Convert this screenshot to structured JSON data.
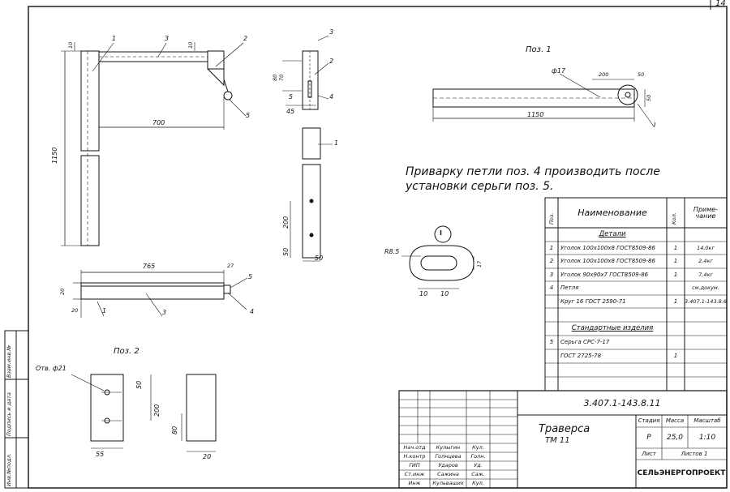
{
  "sheet_no": "14",
  "doc_code": "3.407.1-143.8.11",
  "title": "Траверса",
  "title_sub": "ТМ 11",
  "company": "СЕЛЬЭНЕРГОПРОЕКТ",
  "note": {
    "line1": "Приварку петли поз. 4 производить после",
    "line2": "установки серьги поз. 5."
  },
  "side_stamp": [
    "Инв.№подл.",
    "Подпись и дата",
    "Взам.инв.№"
  ],
  "views": {
    "main": {
      "dims": [
        "10",
        "10",
        "700",
        "1150"
      ],
      "callouts": [
        "1",
        "3",
        "2",
        "5"
      ]
    },
    "top": {
      "dims": [
        "765",
        "27",
        "20",
        "20"
      ],
      "callouts": [
        "1",
        "3",
        "4",
        "5"
      ]
    },
    "side": {
      "dims": [
        "80",
        "70",
        "5",
        "45",
        "200",
        "50",
        "50"
      ],
      "callouts": [
        "3",
        "2",
        "4",
        "1"
      ]
    },
    "pos1": {
      "label": "Поз. 1",
      "dims": [
        "ф17",
        "200",
        "50",
        "50",
        "1150"
      ],
      "callout": "I"
    },
    "pos2": {
      "label": "Поз. 2",
      "hole": "Отв. ф21",
      "dims": [
        "50",
        "200",
        "55",
        "80",
        "20"
      ]
    },
    "detail": {
      "label": "I",
      "dims": [
        "R8.5",
        "17",
        "10",
        "10"
      ]
    }
  },
  "spec": {
    "headers": {
      "pos": "Поз.",
      "name": "Наименование",
      "qty": "Кол.",
      "note": "Приме-чание"
    },
    "rows": [
      {
        "pos": "",
        "name": "Детали",
        "qty": "",
        "note": "",
        "section": true
      },
      {
        "pos": "1",
        "name": "Уголок 100х100х8 ГОСТ8509-86",
        "qty": "1",
        "note": "14,0кг"
      },
      {
        "pos": "2",
        "name": "Уголок 100х100х8 ГОСТ8509-86",
        "qty": "1",
        "note": "2,4кг"
      },
      {
        "pos": "3",
        "name": "Уголок 90х90х7 ГОСТ8509-86",
        "qty": "1",
        "note": "7,4кг"
      },
      {
        "pos": "4",
        "name": "Петля",
        "qty": "",
        "note": "см.докум."
      },
      {
        "pos": "",
        "name": "Круг 16 ГОСТ 2590-71",
        "qty": "1",
        "note": "3.407.1-143.8.6"
      },
      {
        "pos": "",
        "name": "",
        "qty": "",
        "note": ""
      },
      {
        "pos": "",
        "name": "Стандартные изделия",
        "qty": "",
        "note": "",
        "section": true
      },
      {
        "pos": "5",
        "name": "Серьга СРС-7-17",
        "qty": "",
        "note": ""
      },
      {
        "pos": "",
        "name": "ГОСТ 2725-78",
        "qty": "1",
        "note": ""
      },
      {
        "pos": "",
        "name": "",
        "qty": "",
        "note": ""
      }
    ]
  },
  "title_block": {
    "stage_label": "Стадия",
    "mass_label": "Масса",
    "scale_label": "Масштаб",
    "stage": "Р",
    "mass": "25,0",
    "scale": "1:10",
    "sheet_label": "Лист",
    "sheets_label": "Листов 1",
    "staff": [
      {
        "role": "Нач.отд",
        "name": "Кулыгин",
        "sign": "Кул."
      },
      {
        "role": "Н.контр",
        "name": "Голнцева",
        "sign": "Голн."
      },
      {
        "role": "ГИП",
        "name": "Ударов",
        "sign": "Уд."
      },
      {
        "role": "Ст.инж",
        "name": "Сажина",
        "sign": "Саж."
      },
      {
        "role": "Инж",
        "name": "Кульваших",
        "sign": "Кул."
      }
    ]
  }
}
